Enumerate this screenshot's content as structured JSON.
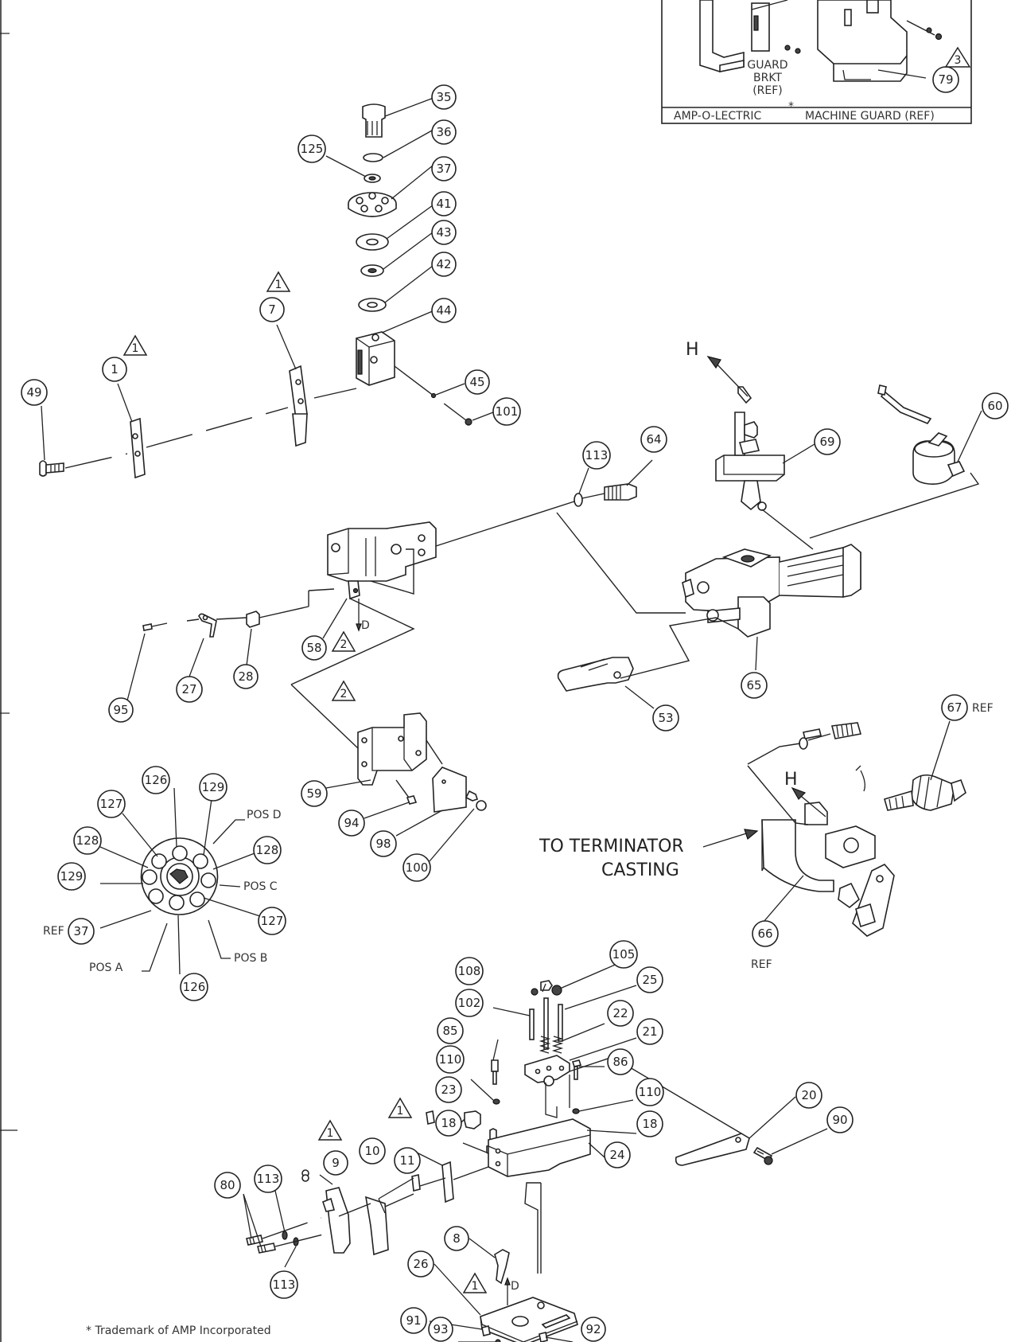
{
  "inset": {
    "caption": "AMP-O-LECTRIC",
    "caption_mark": "*",
    "caption_tail": "MACHINE  GUARD  (REF)",
    "guard_label": [
      "GUARD",
      "BRKT",
      "(REF)"
    ],
    "balloon": "79",
    "triangle": "3"
  },
  "balloons": {
    "b35": "35",
    "b36": "36",
    "b125": "125",
    "b37": "37",
    "b41": "41",
    "b43": "43",
    "b42": "42",
    "b44": "44",
    "b7": "7",
    "b1": "1",
    "b49": "49",
    "b45": "45",
    "b101": "101",
    "b113a": "113",
    "b64": "64",
    "b69": "69",
    "b60": "60",
    "b58": "58",
    "b27": "27",
    "b28": "28",
    "b95": "95",
    "b65": "65",
    "b53": "53",
    "b67": "67",
    "b59": "59",
    "b94": "94",
    "b98": "98",
    "b100": "100",
    "b66": "66",
    "w126a": "126",
    "w129a": "129",
    "w127a": "127",
    "w128a": "128",
    "w128b": "128",
    "w129b": "129",
    "w37": "37",
    "w127b": "127",
    "w126b": "126",
    "b108": "108",
    "b105": "105",
    "b25": "25",
    "b102": "102",
    "b22": "22",
    "b21": "21",
    "b85": "85",
    "b86": "86",
    "b110a": "110",
    "b110b": "110",
    "b23": "23",
    "b18a": "18",
    "b18b": "18",
    "b20": "20",
    "b90": "90",
    "b24": "24",
    "b9": "9",
    "b10": "10",
    "b11": "11",
    "b80": "80",
    "b113b": "113",
    "b113c": "113",
    "b8": "8",
    "b26": "26",
    "b91": "91",
    "b93": "93",
    "b92": "92"
  },
  "triangles": {
    "t7": "1",
    "t1": "1",
    "t58": "2",
    "t59": "2",
    "t9": "1",
    "t11": "1",
    "t8": "1"
  },
  "labels": {
    "h_upper": "H",
    "h_lower": "H",
    "d_upper": "D",
    "d_lower": "D",
    "ref_67": "REF",
    "ref_66": "REF",
    "ref_37": "REF",
    "pos_a": "POS A",
    "pos_b": "POS B",
    "pos_c": "POS C",
    "pos_d": "POS D",
    "to_terminator_1": "TO  TERMINATOR",
    "to_terminator_2": "CASTING",
    "trademark": "* Trademark of AMP Incorporated"
  }
}
